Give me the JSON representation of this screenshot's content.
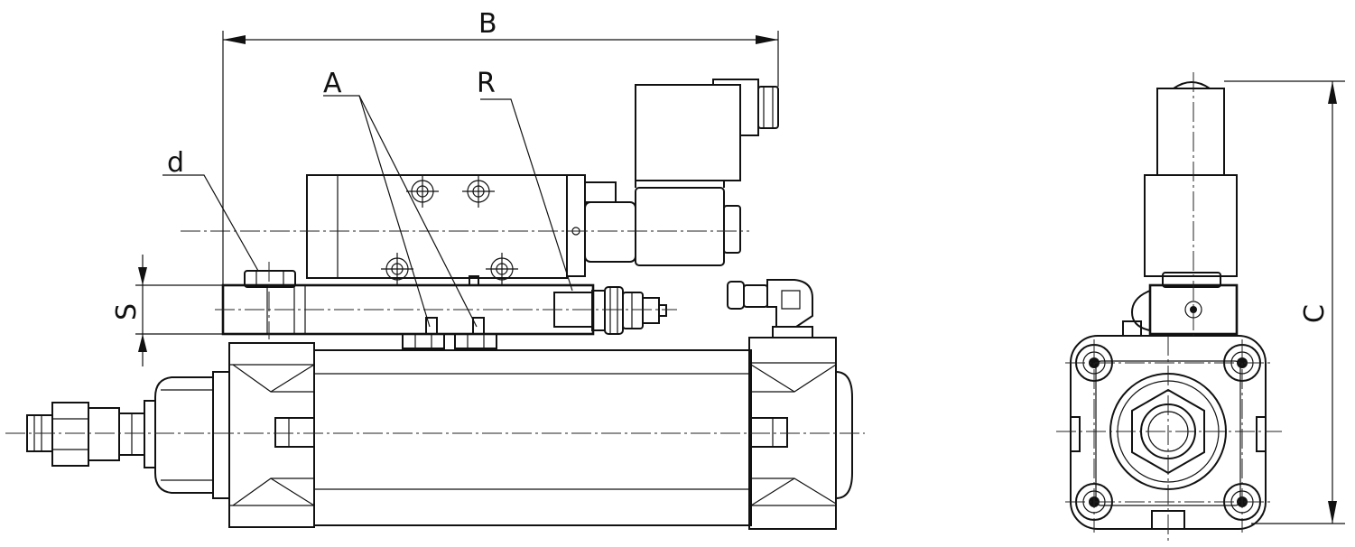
{
  "labels": {
    "B": "B",
    "A": "A",
    "R": "R",
    "d": "d",
    "S": "S",
    "C": "C"
  }
}
